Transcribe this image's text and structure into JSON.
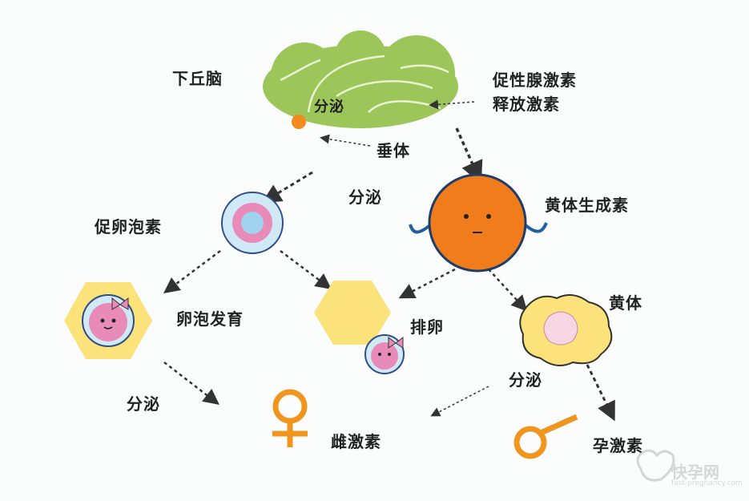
{
  "labels": {
    "hypothalamus": "下丘脑",
    "secrete_brain": "分泌",
    "gnrh_line1": "促性腺激素",
    "gnrh_line2": "释放激素",
    "pituitary": "垂体",
    "secrete_pituitary": "分泌",
    "fsh": "促卵泡素",
    "lh": "黄体生成素",
    "follicle_development": "卵泡发育",
    "ovulation": "排卵",
    "corpus_luteum": "黄体",
    "secrete_follicle": "分泌",
    "secrete_luteum": "分泌",
    "estrogen": "雌激素",
    "progesterone": "孕激素"
  },
  "watermark": {
    "brand": "快孕网",
    "url": "fast-pregnancy.com"
  },
  "colors": {
    "brain": "#9cc65a",
    "orange": "#f07c1c",
    "yellow": "#fbe27a",
    "pink": "#e88bb8",
    "blue": "#9fd3ee"
  }
}
